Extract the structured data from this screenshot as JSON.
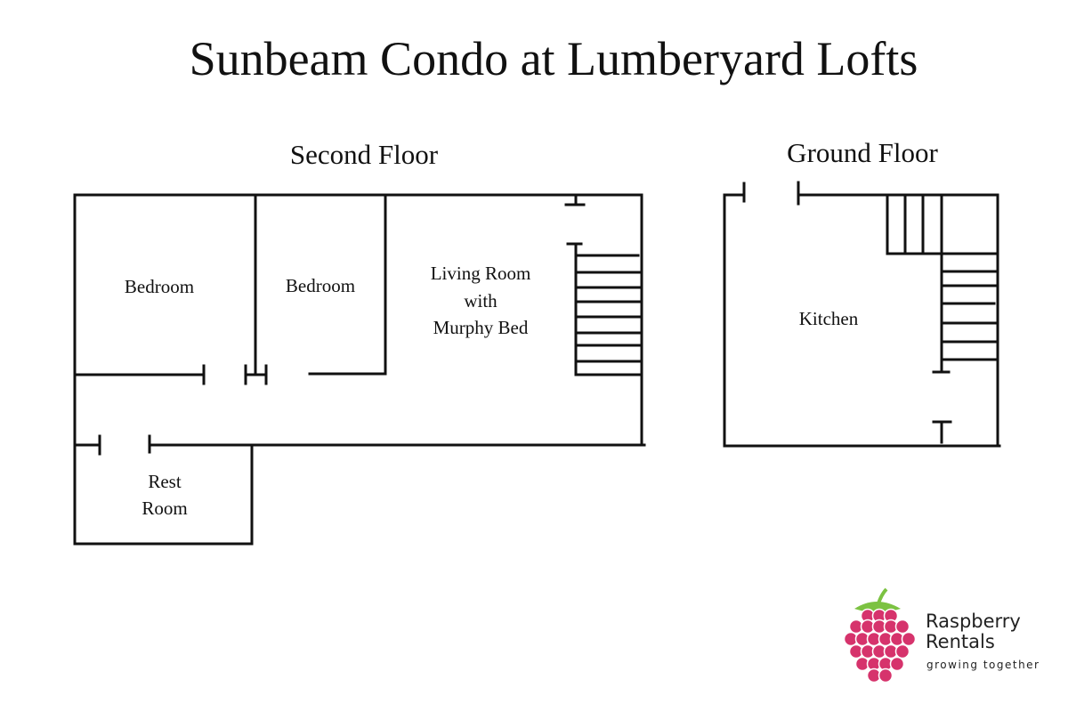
{
  "title": "Sunbeam Condo at Lumberyard Lofts",
  "floors": {
    "second": {
      "label": "Second Floor",
      "rooms": {
        "bedroom1": "Bedroom",
        "bedroom2": "Bedroom",
        "living_line1": "Living Room",
        "living_line2": "with",
        "living_line3": "Murphy Bed",
        "rest_line1": "Rest",
        "rest_line2": "Room"
      }
    },
    "ground": {
      "label": "Ground Floor",
      "rooms": {
        "kitchen": "Kitchen"
      }
    }
  },
  "logo": {
    "name_line1": "Raspberry",
    "name_line2": "Rentals",
    "tagline": "growing together",
    "berry_color": "#d6336c",
    "leaf_color": "#7cc242"
  }
}
